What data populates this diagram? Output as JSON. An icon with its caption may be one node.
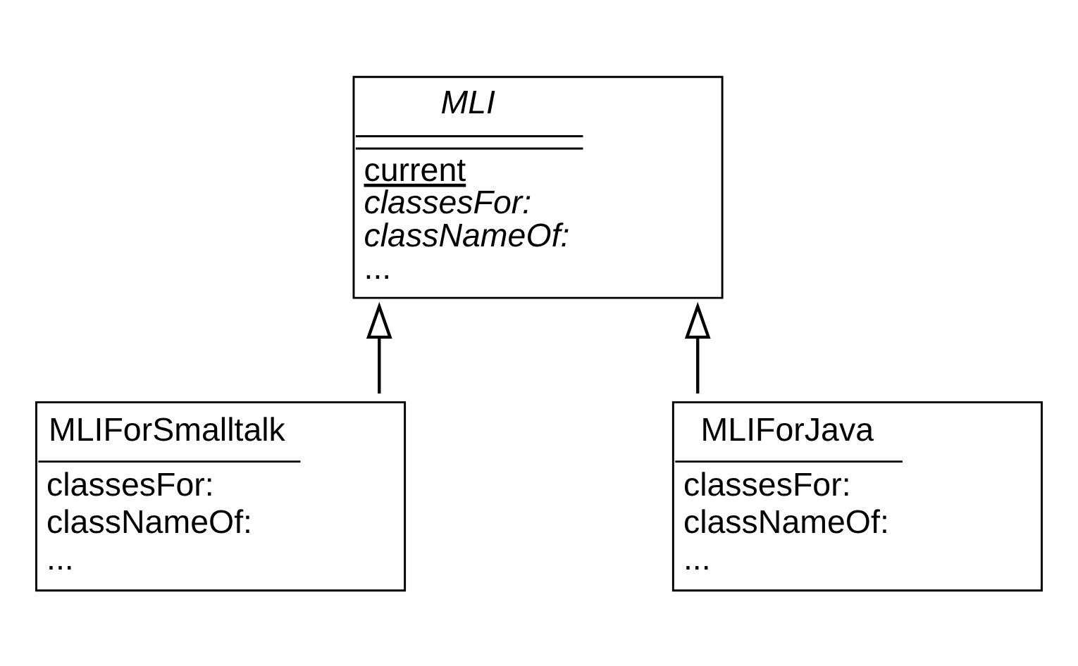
{
  "diagram": {
    "nodes": [
      {
        "text": [
          "MLI",
          "current",
          "classesFor:",
          "classNameOf:",
          "..."
        ]
      },
      {
        "text": [
          "MLIForSmalltalk",
          "classesFor:",
          "classNameOf:",
          "..."
        ]
      },
      {
        "text": [
          "MLIForJava",
          "classesFor:",
          "classNameOf:",
          "..."
        ]
      }
    ],
    "edges": [
      {
        "from": 1,
        "to": 0,
        "arrow": "to"
      },
      {
        "from": 2,
        "to": 0,
        "arrow": "to"
      }
    ]
  }
}
